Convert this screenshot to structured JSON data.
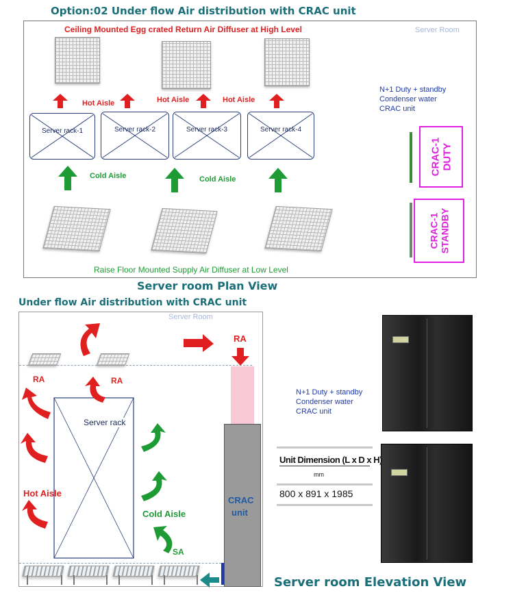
{
  "plan_view": {
    "title": "Option:02  Under flow Air distribution with CRAC unit",
    "ceiling_label": "Ceiling Mounted Egg crated Return Air Diffuser at High Level",
    "room_label": "Server Room",
    "racks": [
      "Server rack-1",
      "Server rack-2",
      "Server rack-3",
      "Server rack-4"
    ],
    "hot_aisle": "Hot Aisle",
    "cold_aisle": "Cold Aisle",
    "crac_note": [
      "N+1 Duty + standby",
      "Condenser water",
      "CRAC unit"
    ],
    "crac_duty": "CRAC-1\nDUTY",
    "crac_standby": "CRAC-1\nSTANDBY",
    "floor_label": "Raise Floor Mounted Supply Air Diffuser  at Low Level",
    "caption": "Server room Plan View"
  },
  "elevation_view": {
    "title": "Under flow Air distribution with CRAC unit",
    "room_label": "Server Room",
    "ra": "RA",
    "sa": "SA",
    "rack_label": "Server rack",
    "hot_aisle": "Hot Aisle",
    "cold_aisle": "Cold Aisle",
    "crac_label_1": "CRAC",
    "crac_label_2": "unit",
    "crac_note": [
      "N+1 Duty + standby",
      "Condenser water",
      "CRAC unit"
    ],
    "dimension_title": "Unit Dimension (L x D x H)",
    "dimension_unit": "mm",
    "dimension_value": "800 x 891 x 1985",
    "caption": "Server room Elevation View"
  },
  "colors": {
    "heading": "#1a6e78",
    "hot": "#e02020",
    "cold": "#1f9b35",
    "crac": "#e020e0",
    "note": "#1f3aa6"
  }
}
